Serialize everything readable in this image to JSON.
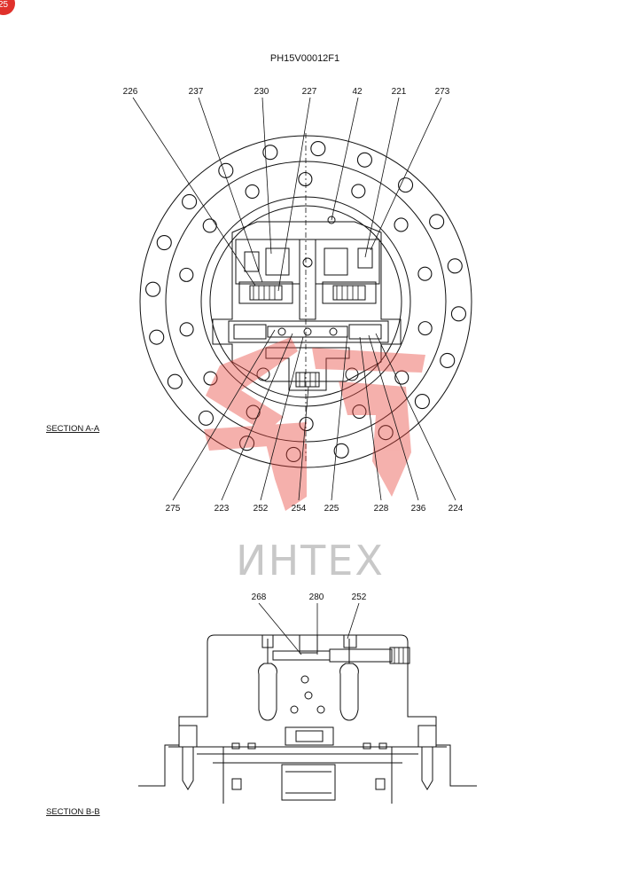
{
  "badge": {
    "text": "25",
    "color": "#e0312b"
  },
  "title": "PH15V00012F1",
  "sections": {
    "a": "SECTION A-A",
    "b": "SECTION B-B"
  },
  "watermark": {
    "text": "ИНТЕХ",
    "logo_color": "#e8453c"
  },
  "callouts_a_top": [
    "226",
    "237",
    "230",
    "227",
    "42",
    "221",
    "273"
  ],
  "callouts_a_bottom": [
    "275",
    "223",
    "252",
    "254",
    "225",
    "228",
    "236",
    "224"
  ],
  "callouts_b_top": [
    "268",
    "280",
    "252"
  ]
}
